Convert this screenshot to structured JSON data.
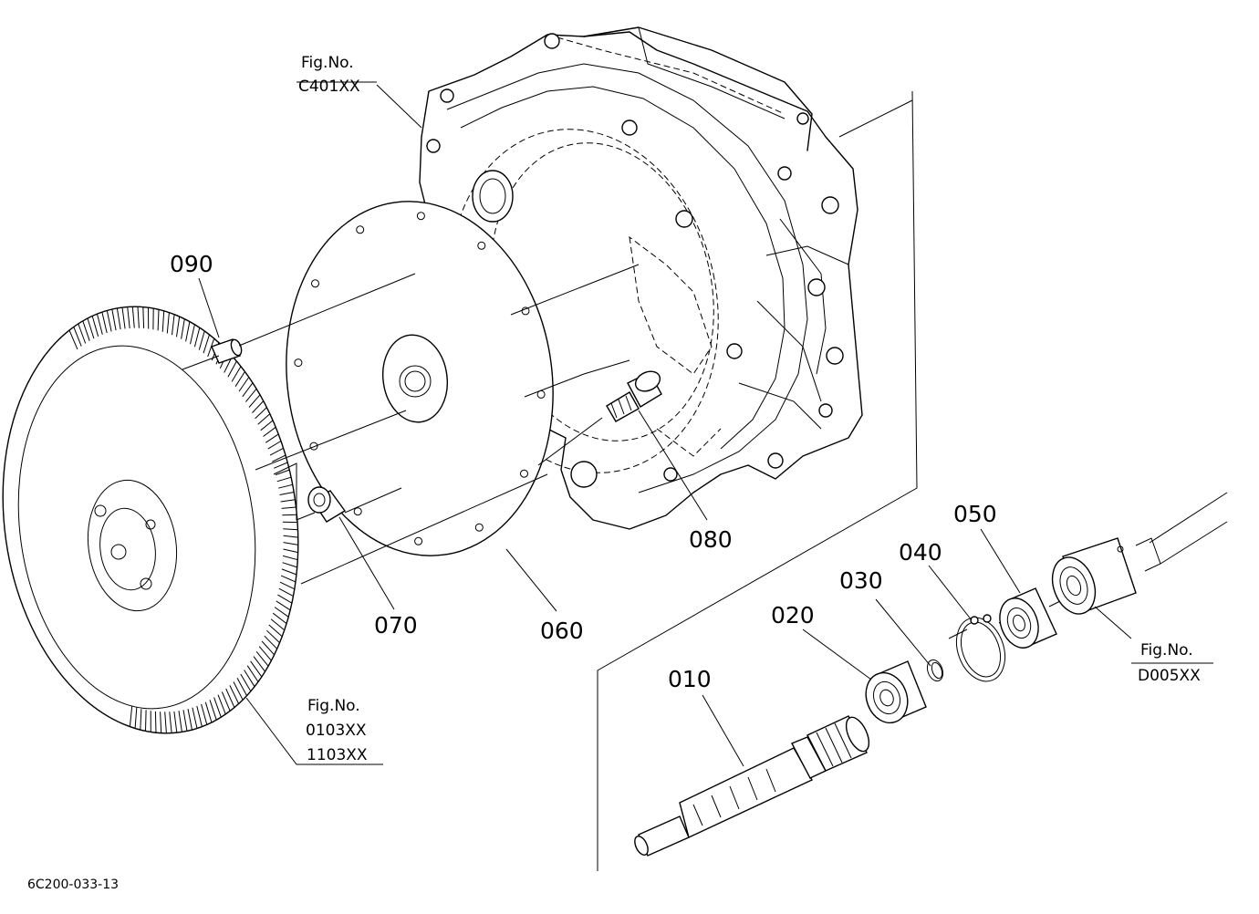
{
  "callouts": {
    "p010": "010",
    "p020": "020",
    "p030": "030",
    "p040": "040",
    "p050": "050",
    "p060": "060",
    "p070": "070",
    "p080": "080",
    "p090": "090"
  },
  "fig_refs": {
    "housing": {
      "label": "Fig.No.",
      "codes": [
        "C401XX"
      ]
    },
    "flywheel": {
      "label": "Fig.No.",
      "codes": [
        "0103XX",
        "1103XX"
      ]
    },
    "coupling": {
      "label": "Fig.No.",
      "codes": [
        "D005XX"
      ]
    }
  },
  "drawing_code": "6C200-033-13"
}
